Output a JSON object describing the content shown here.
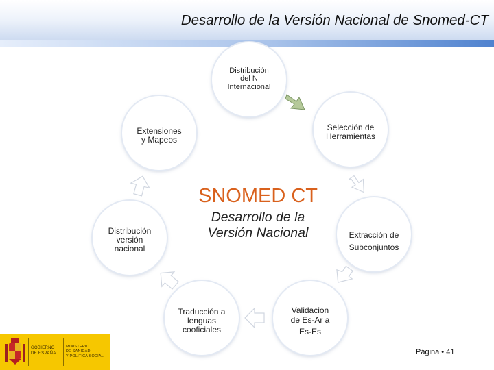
{
  "slide": {
    "title": "Desarrollo de la Versión Nacional de Snomed-CT",
    "center_title": "SNOMED CT",
    "center_subtitle_line1": "Desarrollo de la",
    "center_subtitle_line2": "Versión Nacional",
    "page_number": "Página • 41"
  },
  "cycle": {
    "nodes": [
      {
        "lines": [
          "Distribución",
          "del N",
          "Internacional"
        ]
      },
      {
        "lines": [
          "Selección de",
          "Herramientas"
        ]
      },
      {
        "lines": [
          "Extracción de",
          "Subconjuntos"
        ]
      },
      {
        "lines": [
          "Validacion",
          "de Es-Ar a",
          "Es-Es"
        ]
      },
      {
        "lines": [
          "Traducción a",
          "lenguas",
          "cooficiales"
        ]
      },
      {
        "lines": [
          "Distribución",
          "versión",
          "nacional"
        ]
      },
      {
        "lines": [
          "Extensiones",
          "y Mapeos"
        ]
      }
    ]
  },
  "footer": {
    "logo_line1": "GOBIERNO",
    "logo_line2": "DE ESPAÑA",
    "ministry_line1": "MINISTERIO",
    "ministry_line2": "DE SANIDAD",
    "ministry_line3": "Y POLÍTICA SOCIAL"
  },
  "colors": {
    "center_title": "#d9611d",
    "header_blue": "#4f82cf",
    "logo_yellow": "#f6c700",
    "arrow_highlight": "#b5c99a"
  }
}
